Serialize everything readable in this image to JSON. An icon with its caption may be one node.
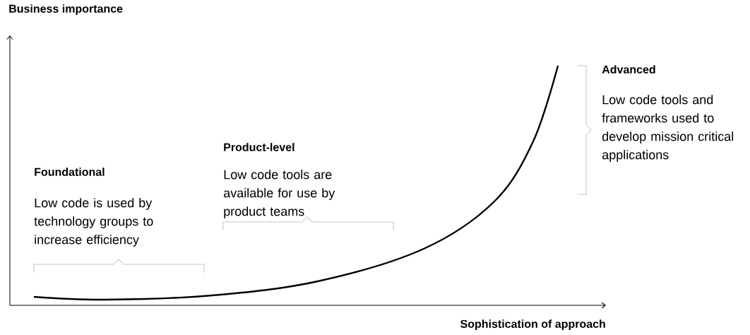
{
  "diagram": {
    "labels": [
      "Business importance",
      "Advanced",
      "Low code tools and frameworks used to develop mission critical applications",
      "Product-level",
      "Low code tools are available for use by product teams",
      "Foundational",
      "Low code is used by technology groups to increase efficiency",
      "Sophistication of approach"
    ]
  }
}
